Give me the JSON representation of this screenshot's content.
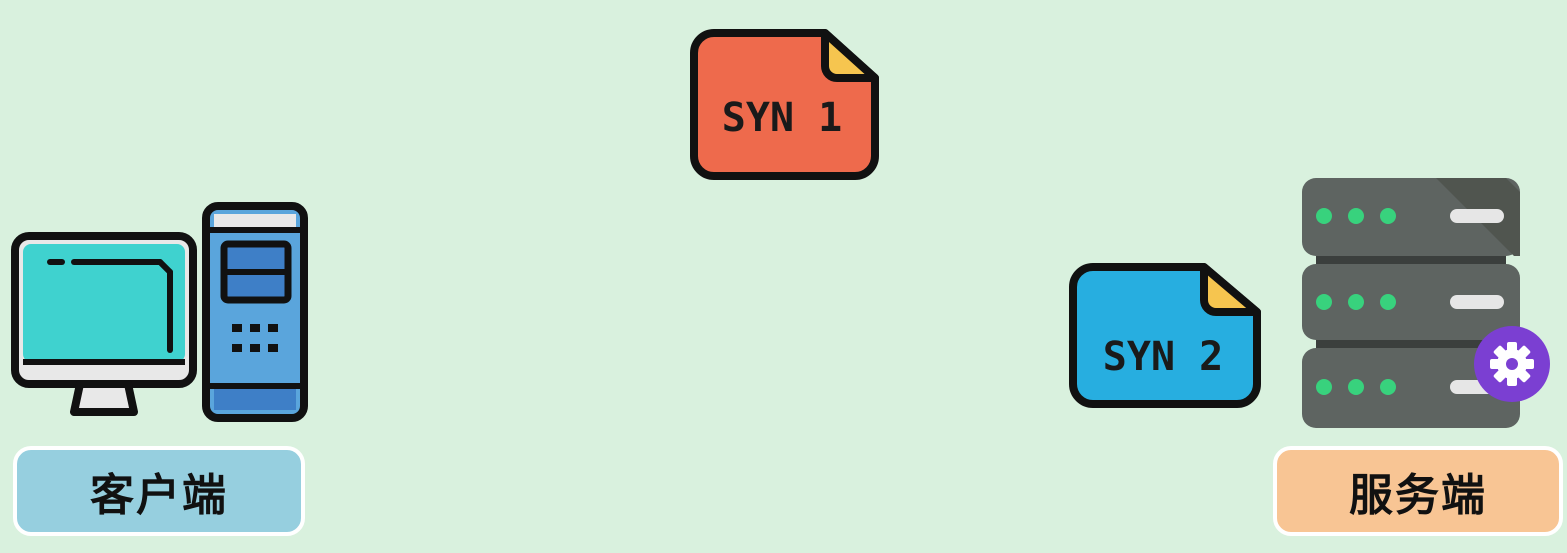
{
  "diagram": {
    "packet_syn1": {
      "label": "SYN 1",
      "color": "#ee6a4c"
    },
    "packet_syn2": {
      "label": "SYN 2",
      "color": "#27aee0"
    },
    "client": {
      "label": "客户端",
      "icon": "desktop-computer-icon",
      "label_color": "#96cfdf"
    },
    "server": {
      "label": "服务端",
      "icon": "server-rack-icon",
      "label_color": "#f8c594"
    },
    "background_color": "#d9f1de"
  }
}
